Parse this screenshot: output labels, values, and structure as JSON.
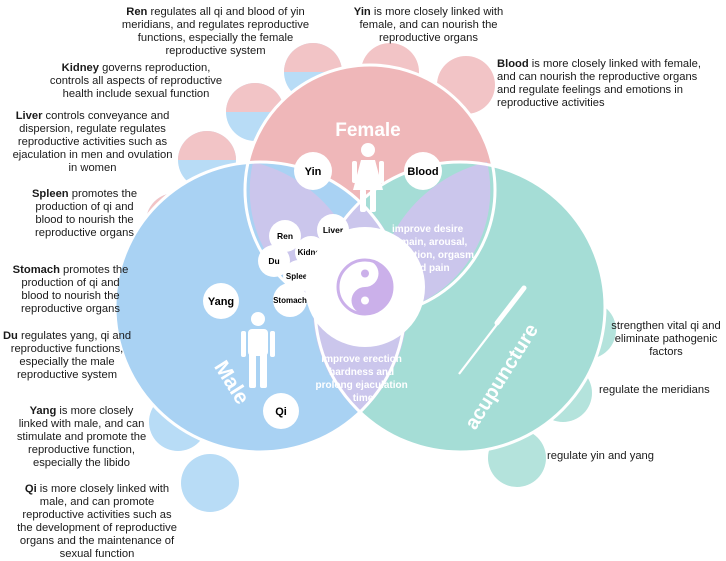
{
  "colors": {
    "female": "#efb7b9",
    "male": "#a9d2f3",
    "acupuncture": "#a5ddd6",
    "overlap": "#cbc6ec",
    "pink_circle": "#f2c4c6",
    "blue_circle": "#b8dcf6",
    "teal_circle": "#b4e3dc"
  },
  "circles": {
    "female": "Female",
    "male": "Male",
    "acupuncture": "acupuncture"
  },
  "female_inner": {
    "yin": "Yin",
    "blood": "Blood"
  },
  "male_inner": {
    "yang": "Yang",
    "qi": "Qi"
  },
  "organs": [
    "Ren",
    "Liver",
    "Kidney",
    "Du",
    "Spleen",
    "Stomach"
  ],
  "intersections": {
    "female_acu": "improve desire domain, arousal, lubrication, orgasm and pain",
    "male_acu": "improve erection hardness and prolong ejaculation time"
  },
  "descriptions": {
    "ren": {
      "term": "Ren",
      "text": " regulates all qi and blood of yin meridians, and regulates reproductive functions, especially the female reproductive system"
    },
    "kidney": {
      "term": "Kidney",
      "text": " governs reproduction, controls all aspects of reproductive health include sexual function"
    },
    "liver": {
      "term": "Liver",
      "text": " controls conveyance and dispersion, regulate regulates reproductive activities such as ejaculation in men and ovulation in women"
    },
    "spleen": {
      "term": "Spleen",
      "text": " promotes the production of qi and blood to nourish the reproductive organs"
    },
    "stomach": {
      "term": "Stomach",
      "text": " promotes the production of qi and blood to nourish the reproductive organs"
    },
    "du": {
      "term": "Du",
      "text": " regulates yang, qi  and reproductive functions, especially the male reproductive system"
    },
    "yang": {
      "term": "Yang",
      "text": " is more closely linked with male, and can stimulate and promote the reproductive function, especially the libido"
    },
    "qi": {
      "term": "Qi",
      "text": " is more closely linked with male, and can promote reproductive activities such as the development of reproductive organs and the maintenance of sexual function"
    },
    "yin": {
      "term": "Yin",
      "text": " is more closely linked with female, and can nourish the reproductive organs"
    },
    "blood": {
      "term": "Blood",
      "text": " is more closely linked with female, and can nourish the reproductive organs and regulate feelings and emotions in reproductive activities"
    }
  },
  "acupuncture_effects": [
    "strengthen vital qi and eliminate pathogenic factors",
    "regulate the meridians",
    "regulate yin and yang"
  ]
}
